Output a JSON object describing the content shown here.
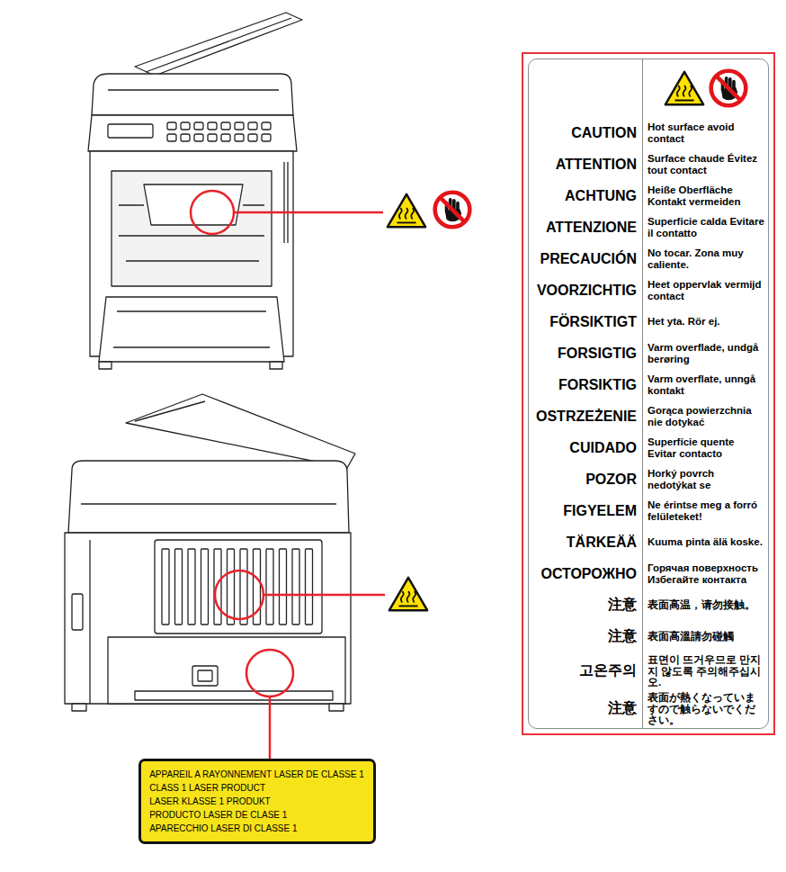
{
  "diagram": {
    "nodes": [
      {
        "text": [
          "CAUTION",
          "Hot surface avoid contact",
          "ATTENTION",
          "Surface chaude Évitez tout contact",
          "ACHTUNG",
          "Heiße Oberfläche Kontakt vermeiden",
          "ATTENZIONE",
          "Superficie calda Evitare il contatto",
          "PRECAUCIÓN",
          "No tocar. Zona muy caliente.",
          "VOORZICHTIG",
          "Heet oppervlak vermijd contact",
          "FÖRSIKTIGT",
          "Het yta. Rör ej.",
          "FORSIGTIG",
          "Varm overflade, undgå berøring",
          "FORSIKTIG",
          "Varm overflate, unngå kontakt",
          "OSTRZEŻENIE",
          "Gorąca powierzchnia nie dotykać",
          "CUIDADO",
          "Superfície quente Evitar contacto",
          "POZOR",
          "Horký povrch nedotýkat se",
          "FIGYELEM",
          "Ne érintse meg a forró felületeket!",
          "TÄRKEÄÄ",
          "Kuuma pinta älä koske.",
          "ОСТОРОЖНО",
          "Горячая поверхность Избегайте контакта",
          "注意",
          "表面高温，请勿接触。",
          "注意",
          "表面高溫請勿碰觸",
          "고온주의",
          "표면이 뜨거우므로 만지지 않도록 주의해주십시오.",
          "注意",
          "表面が熱くなっていますので触らないでください。"
        ]
      },
      {
        "text": [
          "APPAREIL A RAYONNEMENT LASER DE CLASSE 1",
          "CLASS 1 LASER PRODUCT",
          "LASER KLASSE 1 PRODUKT",
          "PRODUCTO LASER DE CLASE 1",
          "APARECCHIO LASER DI CLASSE 1"
        ]
      }
    ]
  }
}
